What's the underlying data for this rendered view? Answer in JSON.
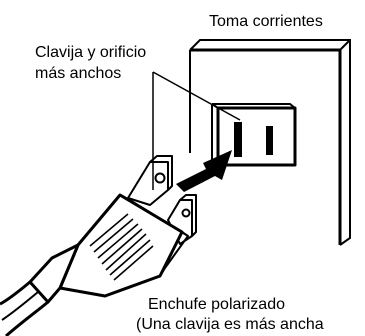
{
  "labels": {
    "outlet": "Toma corrientes",
    "blade_line1": "Clavija y orificio",
    "blade_line2": "más anchos",
    "plug_line1": "Enchufe polarizado",
    "plug_line2": "(Una clavija es más ancha"
  },
  "colors": {
    "ink": "#000000",
    "paper": "#ffffff"
  }
}
